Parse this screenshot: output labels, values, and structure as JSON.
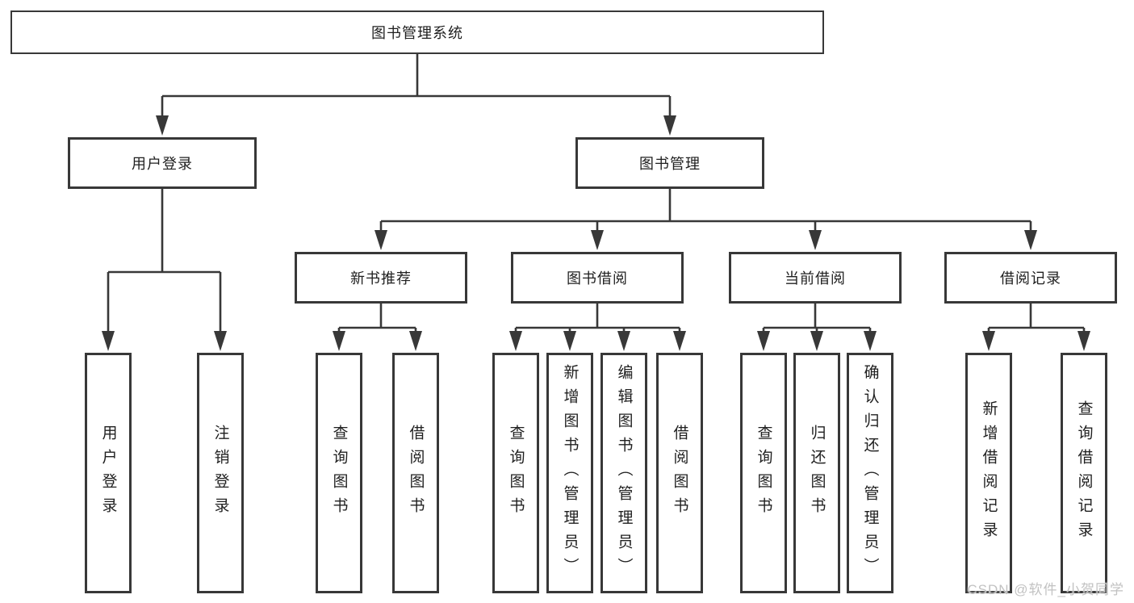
{
  "colors": {
    "line": "#383838",
    "text": "#1f1f1f",
    "background": "#ffffff",
    "watermark": "#c2c2c2"
  },
  "watermark": {
    "text": "CSDN @软件_小贺同学"
  },
  "tree": {
    "root": {
      "label": "图书管理系统",
      "children": [
        {
          "label": "用户登录",
          "children": [
            {
              "label": "用户登录"
            },
            {
              "label": "注销登录"
            }
          ]
        },
        {
          "label": "图书管理",
          "children": [
            {
              "label": "新书推荐",
              "children": [
                {
                  "label": "查询图书"
                },
                {
                  "label": "借阅图书"
                }
              ]
            },
            {
              "label": "图书借阅",
              "children": [
                {
                  "label": "查询图书"
                },
                {
                  "label": "新增图书（管理员）"
                },
                {
                  "label": "编辑图书（管理员）"
                },
                {
                  "label": "借阅图书"
                }
              ]
            },
            {
              "label": "当前借阅",
              "children": [
                {
                  "label": "查询图书"
                },
                {
                  "label": "归还图书"
                },
                {
                  "label": "确认归还（管理员）"
                }
              ]
            },
            {
              "label": "借阅记录",
              "children": [
                {
                  "label": "新增借阅记录"
                },
                {
                  "label": "查询借阅记录"
                }
              ]
            }
          ]
        }
      ]
    }
  }
}
